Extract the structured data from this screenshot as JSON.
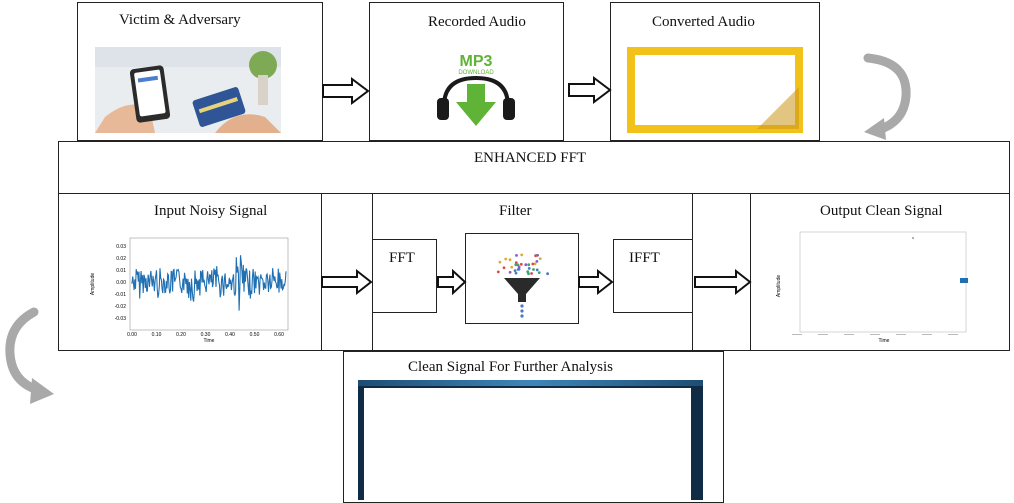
{
  "top_row": {
    "victim_title": "Victim & Adversary",
    "recorded_title": "Recorded Audio",
    "mp3_text": "MP3",
    "mp3_subtext": "DOWNLOAD",
    "converted_title": "Converted Audio"
  },
  "enhanced": {
    "title": "ENHANCED FFT",
    "input_title": "Input Noisy Signal",
    "filter_title": "Filter",
    "fft_label": "FFT",
    "ifft_label": "IFFT",
    "output_title": "Output Clean Signal"
  },
  "bottom": {
    "title": "Clean Signal For Further Analysis"
  },
  "noisy_plot": {
    "ylabel": "Amplitude",
    "xlabel": "Time",
    "yticks": [
      "0.03",
      "0.02",
      "0.01",
      "0.00",
      "-0.01",
      "-0.02",
      "-0.03"
    ],
    "xticks": [
      "0.00",
      "0.10",
      "0.20",
      "0.30",
      "0.40",
      "0.50",
      "0.60"
    ]
  },
  "clean_plot": {
    "ylabel": "Amplitude",
    "xlabel": "Time"
  },
  "colors": {
    "signal_blue": "#1f6fb2",
    "mp3_green": "#5fb336",
    "frame_yellow": "#f2c21b",
    "arrow_gray": "#a9a9a9"
  }
}
